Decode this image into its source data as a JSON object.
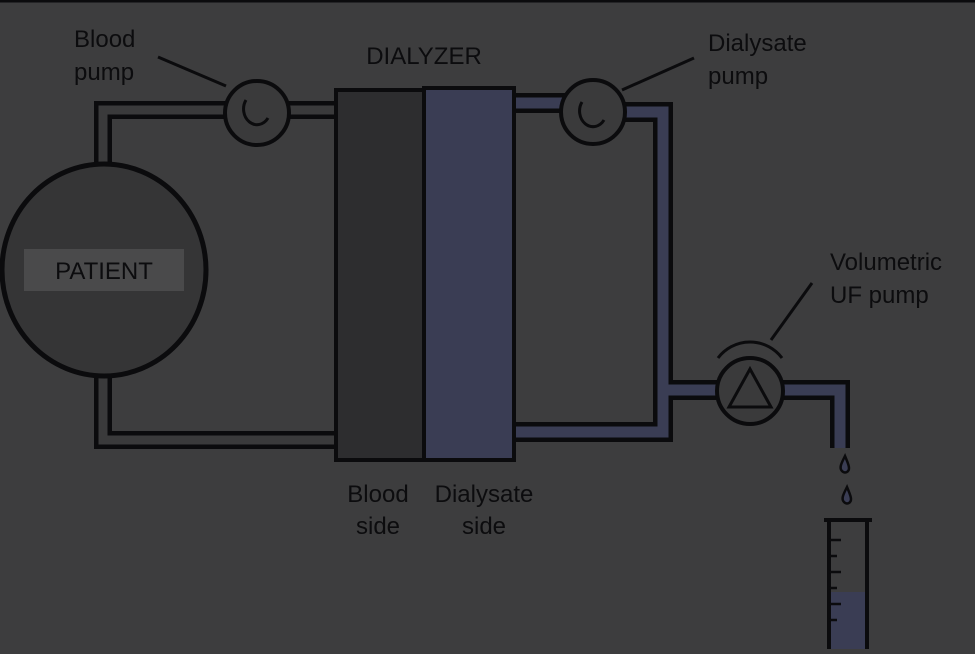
{
  "labels": {
    "blood_pump": [
      "Blood",
      "pump"
    ],
    "dialyzer": "DIALYZER",
    "dialysate_pump": [
      "Dialysate",
      "pump"
    ],
    "patient": "PATIENT",
    "uf_pump": [
      "Volumetric",
      "UF pump"
    ],
    "blood_side": [
      "Blood",
      "side"
    ],
    "dialysate_side": [
      "Dialysate",
      "side"
    ]
  },
  "colors": {
    "background": "#3d3d3e",
    "line": "#0b0b0d",
    "blood_fill": "#2d2d2f",
    "dialysate_fill": "#3a3d54",
    "patient_fill": "#353536",
    "patient_label_bg": "#4a4a4b"
  }
}
